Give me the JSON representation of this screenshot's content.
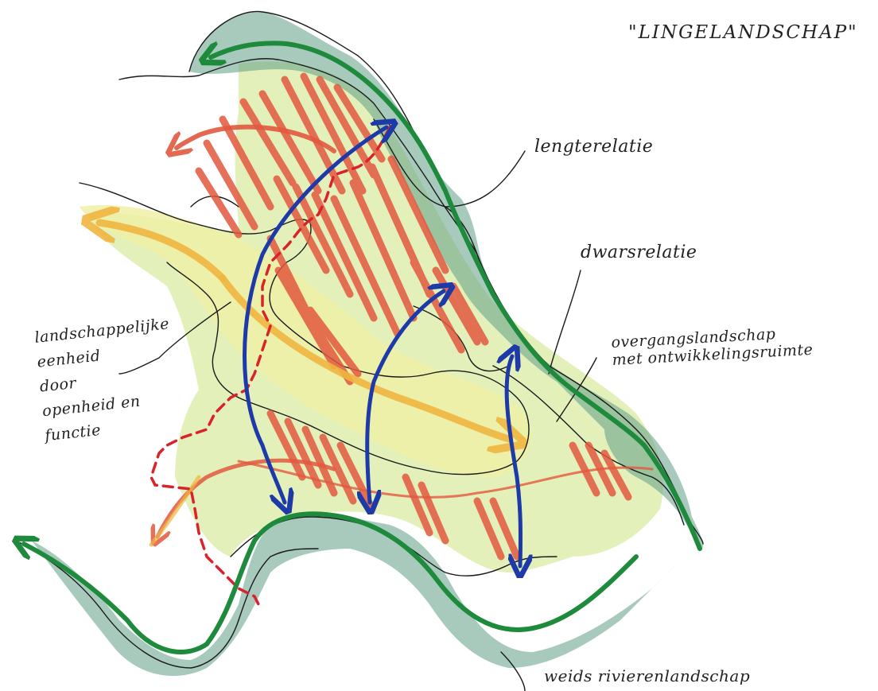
{
  "title": "\"LINGELANDSCHAP\"",
  "labels": {
    "lengterelatie": "lengterelatie",
    "dwarsrelatie": "dwarsrelatie",
    "overgangslandschap": [
      "overgangslandschap",
      "met ontwikkelingsruimte"
    ],
    "landschappelijke_eenheid": [
      "landschappelijke",
      "eenheid",
      "door",
      "openheid en",
      "functie"
    ],
    "weids": "weids rivierenlandschap"
  },
  "colors": {
    "river_green": "#1e8a3c",
    "river_wash": "#5f9e86",
    "yellow_wash": "#e8eea0",
    "light_green_wash": "#cfe59a",
    "orange_axis": "#f0b640",
    "red_hatch": "#e2593f",
    "red_dashed": "#d8232a",
    "blue_arrows": "#1e3aa8",
    "outline": "#1a1a1a"
  }
}
